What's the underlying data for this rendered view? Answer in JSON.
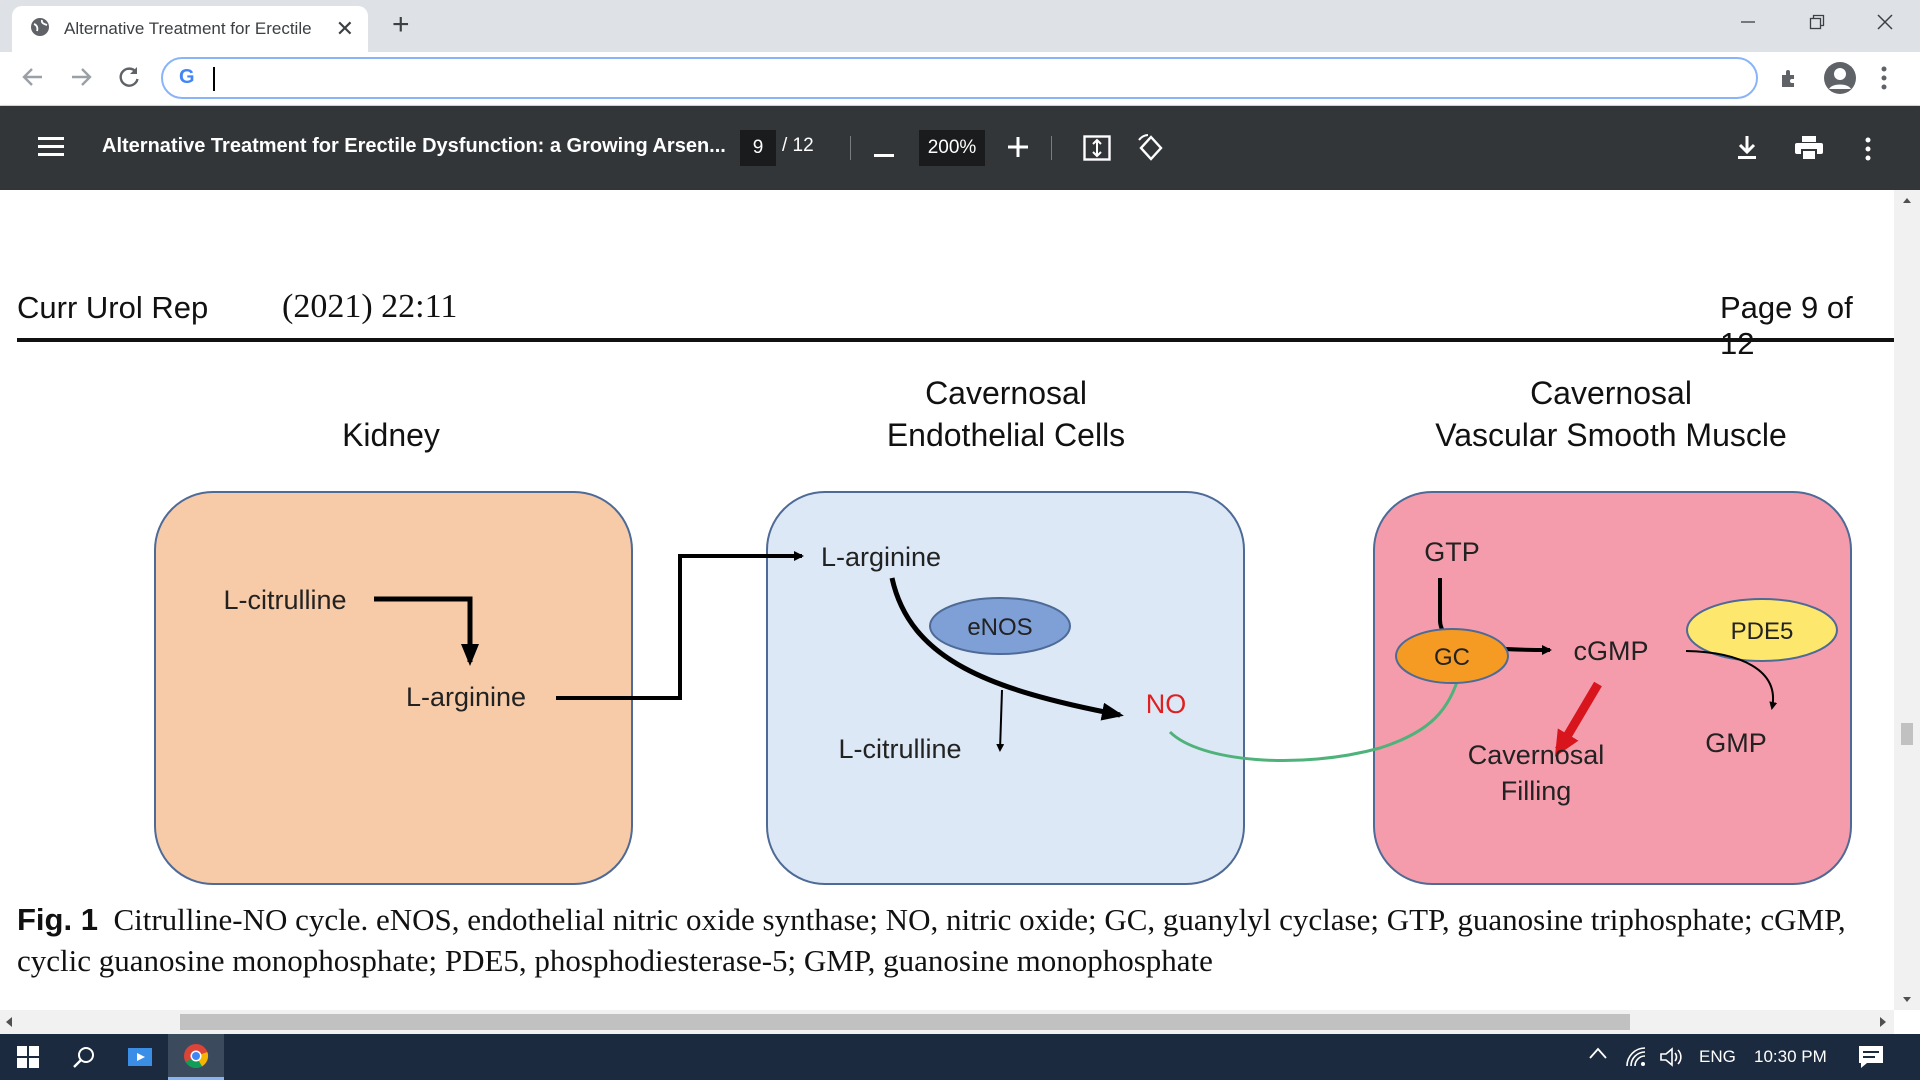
{
  "browser": {
    "tab_title": "Alternative Treatment for Erectile",
    "new_tab_symbol": "+",
    "close_symbol": "✕"
  },
  "pdf_toolbar": {
    "title": "Alternative Treatment for Erectile Dysfunction: a Growing Arsen...",
    "page_current": "9",
    "page_total": "/ 12",
    "zoom": "200%"
  },
  "page": {
    "journal": "Curr Urol Rep",
    "volume": "(2021) 22:11",
    "page_label": "Page 9 of 12"
  },
  "figure": {
    "kidney_title": "Kidney",
    "endo_title_1": "Cavernosal",
    "endo_title_2": "Endothelial Cells",
    "smooth_title_1": "Cavernosal",
    "smooth_title_2": "Vascular Smooth Muscle",
    "kidney_citrulline": "L-citrulline",
    "kidney_arginine": "L-arginine",
    "endo_arginine": "L-arginine",
    "enos": "eNOS",
    "endo_citrulline": "L-citrulline",
    "no": "NO",
    "gtp": "GTP",
    "gc": "GC",
    "cgmp": "cGMP",
    "pde5": "PDE5",
    "gmp": "GMP",
    "filling_1": "Cavernosal",
    "filling_2": "Filling",
    "colors": {
      "kidney_fill": "#f8cba8",
      "endo_fill": "#dce8f6",
      "smooth_fill": "#f59cac",
      "no_text": "#e02020",
      "green_arrow": "#4fb27a",
      "red_arrow": "#d8141c",
      "gc_fill": "#f59a22",
      "pde5_fill": "#fde76c",
      "enos_fill": "#7ea0d6"
    }
  },
  "caption": {
    "label": "Fig. 1",
    "text": "Citrulline-NO cycle. eNOS, endothelial nitric oxide synthase; NO, nitric oxide; GC, guanylyl cyclase; GTP, guanosine triphosphate; cGMP, cyclic guanosine monophosphate; PDE5, phosphodiesterase-5; GMP, guanosine monophosphate"
  },
  "taskbar": {
    "lang": "ENG",
    "time": "10:30 PM"
  }
}
